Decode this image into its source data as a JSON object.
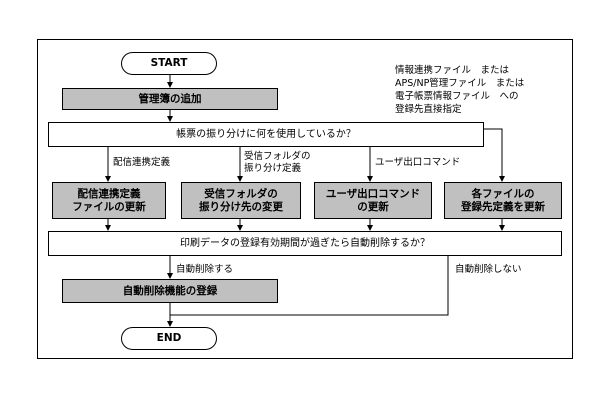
{
  "nodes": {
    "start": "START",
    "add_admin": "管理簿の追加",
    "decision_sort": "帳票の振り分けに何を使用しているか？",
    "proc_dist": [
      "配信連携定義",
      "ファイルの更新"
    ],
    "proc_folder": [
      "受信フォルダの",
      "振り分け先の変更"
    ],
    "proc_cmd": [
      "ユーザ出口コマンド",
      "の更新"
    ],
    "proc_files": [
      "各ファイルの",
      "登録先定義を更新"
    ],
    "decision_print": "印刷データの登録有効期間が過ぎたら自動削除するか？",
    "register_auto_delete": "自動削除機能の登録",
    "end": "END"
  },
  "labels": {
    "branch_dist": "配信連携定義",
    "branch_folder": [
      "受信フォルダの",
      "振り分け定義"
    ],
    "branch_cmd": "ユーザ出口コマンド",
    "note": [
      "情報連携ファイル　または",
      "APS/NP管理ファイル　または",
      "電子帳票情報ファイル　への",
      "登録先直接指定"
    ],
    "auto_delete_yes": "自動削除する",
    "auto_delete_no": "自動削除しない"
  }
}
